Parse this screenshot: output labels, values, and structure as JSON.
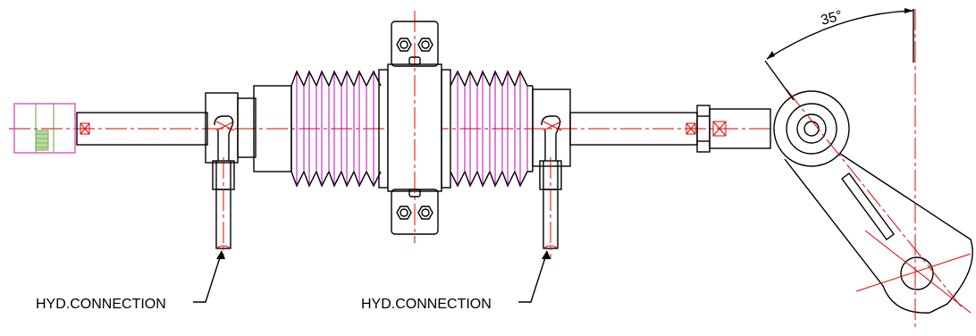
{
  "drawing": {
    "angle_label": "35°",
    "callouts": [
      {
        "label": "HYD.CONNECTION"
      },
      {
        "label": "HYD.CONNECTION"
      }
    ],
    "colors": {
      "line": "#000000",
      "centerline": "#e00000",
      "bellows_hatch": "#c000c0",
      "handle": "#e060c0",
      "hatch_green": "#60a040"
    }
  }
}
